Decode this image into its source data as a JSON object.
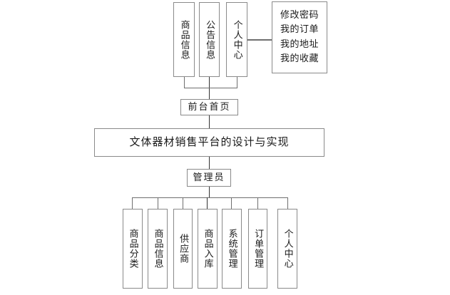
{
  "diagram": {
    "title": "文体器材销售平台的设计与实现",
    "type": "system-function-structure-tree",
    "root": {
      "label": "文体器材销售平台的设计与实现"
    },
    "front_end": {
      "label": "前台首页",
      "children": [
        {
          "label": "商品信息"
        },
        {
          "label": "公告信息"
        },
        {
          "label": "个人中心"
        }
      ],
      "personal_center_details": {
        "label": "修改密码\n我的订单\n我的地址\n我的收藏",
        "items": [
          "修改密码",
          "我的订单",
          "我的地址",
          "我的收藏"
        ]
      }
    },
    "admin": {
      "label": "管理员",
      "children": [
        {
          "label": "商品分类"
        },
        {
          "label": "商品信息"
        },
        {
          "label": "供应商"
        },
        {
          "label": "商品入库"
        },
        {
          "label": "系统管理"
        },
        {
          "label": "订单管理"
        },
        {
          "label": "个人中心"
        }
      ]
    }
  },
  "colors": {
    "background": "#ffffff",
    "box_border": "#8a8a8a",
    "connector": "#6f6f6f",
    "connector_dark": "#333333",
    "text": "#1a1a1a"
  }
}
